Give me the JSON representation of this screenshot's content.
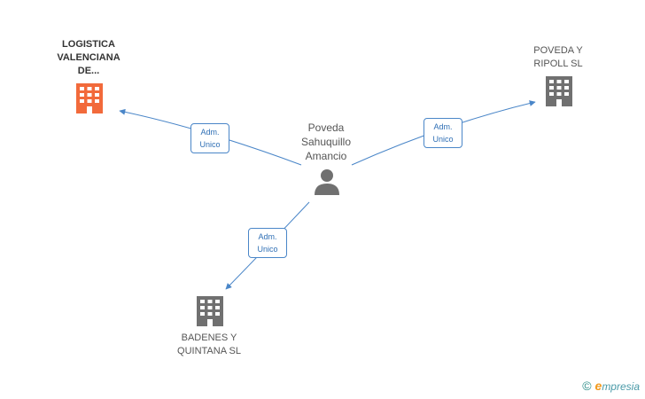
{
  "nodes": {
    "logistica": {
      "line1": "LOGISTICA",
      "line2": "VALENCIANA",
      "line3": "DE...",
      "color": "#f26a3b"
    },
    "poveda_ripoll": {
      "line1": "POVEDA Y",
      "line2": "RIPOLL SL",
      "color": "#707070"
    },
    "person": {
      "line1": "Poveda",
      "line2": "Sahuquillo",
      "line3": "Amancio",
      "color": "#707070"
    },
    "badenes": {
      "line1": "BADENES Y",
      "line2": "QUINTANA  SL",
      "color": "#707070"
    }
  },
  "edges": {
    "to_logistica": {
      "line1": "Adm.",
      "line2": "Unico"
    },
    "to_poveda_ripoll": {
      "line1": "Adm.",
      "line2": "Unico"
    },
    "to_badenes": {
      "line1": "Adm.",
      "line2": "Unico"
    }
  },
  "colors": {
    "edge": "#4a86c8"
  },
  "footer": {
    "copyright_symbol": "©",
    "brand_initial": "e",
    "brand_rest": "mpresia"
  }
}
